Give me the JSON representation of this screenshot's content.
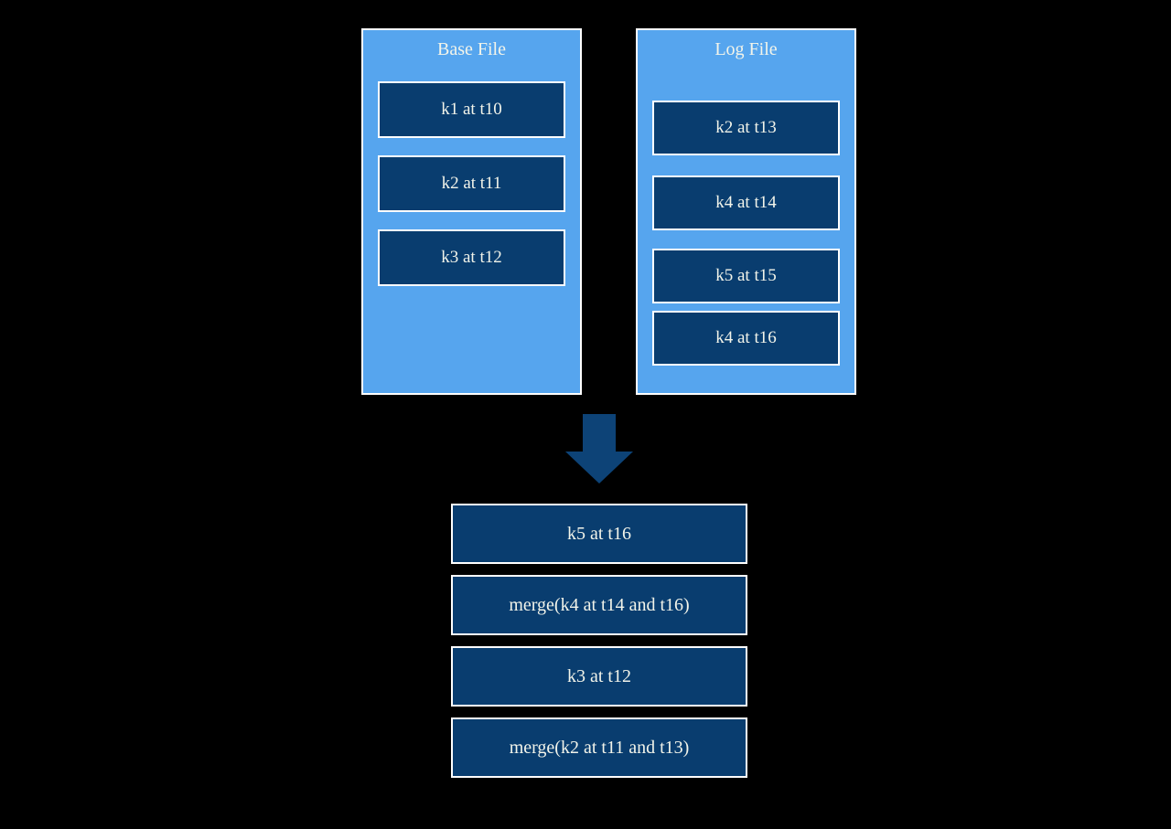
{
  "colors": {
    "background": "#000000",
    "panel_fill": "#56A5EE",
    "item_fill": "#093D6F",
    "arrow_fill": "#0D4377",
    "border": "#FFFFFF",
    "text": "#F2F4EA"
  },
  "base_file": {
    "title": "Base File",
    "items": [
      "k1 at t10",
      "k2 at t11",
      "k3 at t12"
    ]
  },
  "log_file": {
    "title": "Log File",
    "items": [
      "k2 at t13",
      "k4 at t14",
      "k5 at t15",
      "k4 at t16"
    ]
  },
  "arrow": {
    "icon": "down-arrow",
    "direction": "down"
  },
  "merged_result": {
    "items": [
      "k5 at t16",
      "merge(k4 at t14 and t16)",
      "k3 at t12",
      "merge(k2 at t11 and t13)"
    ]
  }
}
